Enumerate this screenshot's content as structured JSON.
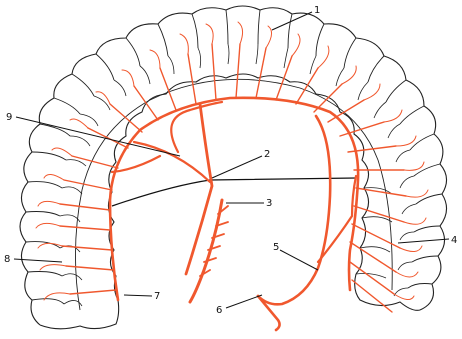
{
  "figure": {
    "colors": {
      "artery": "#f0582e",
      "outline": "#222222",
      "leader": "#111111",
      "background": "#ffffff"
    },
    "callouts": {
      "c1": "1",
      "c2": "2",
      "c3": "3",
      "c4": "4",
      "c5": "5",
      "c6": "6",
      "c7": "7",
      "c8": "8",
      "c9": "9"
    }
  }
}
